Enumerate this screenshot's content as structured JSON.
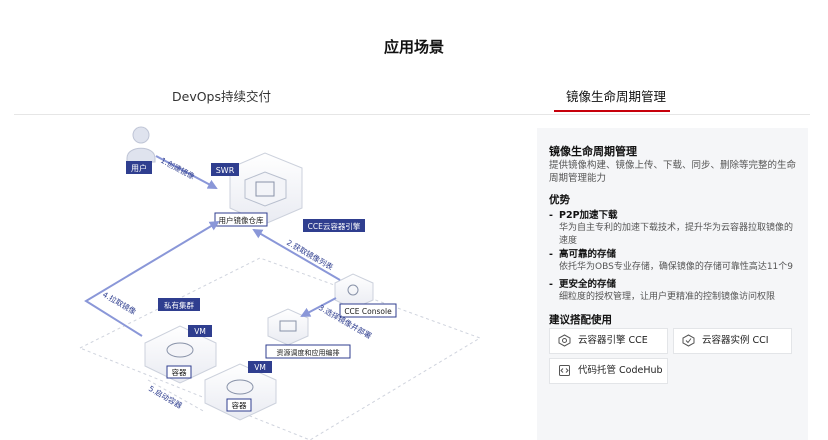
{
  "page": {
    "title": "应用场景"
  },
  "tabs": [
    {
      "label": "DevOps持续交付",
      "active": false
    },
    {
      "label": "镜像生命周期管理",
      "active": true
    }
  ],
  "colors": {
    "accent": "#c7000b",
    "diagram_label": "#2f3e8f",
    "arrow": "#8a97d8"
  },
  "diagram": {
    "user": "用户",
    "swr_tag": "SWR",
    "repo": "用户镜像仓库",
    "cce_engine": "CCE云容器引擎",
    "cce_console": "CCE Console",
    "private_cluster": "私有集群",
    "vm": "VM",
    "container": "容器",
    "scheduler": "资源调度和应用编排",
    "steps": [
      "1.创建镜像",
      "2.获取镜像列表",
      "3.选择镜像并部署",
      "4.拉取镜像",
      "5.启动容器"
    ]
  },
  "panel": {
    "title": "镜像生命周期管理",
    "desc": "提供镜像构建、镜像上传、下载、同步、删除等完整的生命周期管理能力",
    "adv_title": "优势",
    "advantages": [
      {
        "title": "P2P加速下载",
        "desc": "华为自主专利的加速下载技术，提升华为云容器拉取镜像的速度"
      },
      {
        "title": "高可靠的存储",
        "desc": "依托华为OBS专业存储，确保镜像的存储可靠性高达11个9"
      },
      {
        "title": "更安全的存储",
        "desc": "细粒度的授权管理，让用户更精准的控制镜像访问权限"
      }
    ],
    "rec_title": "建议搭配使用",
    "services": [
      {
        "label": "云容器引擎 CCE",
        "icon": "cce-icon"
      },
      {
        "label": "云容器实例 CCI",
        "icon": "cci-icon"
      },
      {
        "label": "代码托管 CodeHub",
        "icon": "codehub-icon"
      }
    ]
  }
}
